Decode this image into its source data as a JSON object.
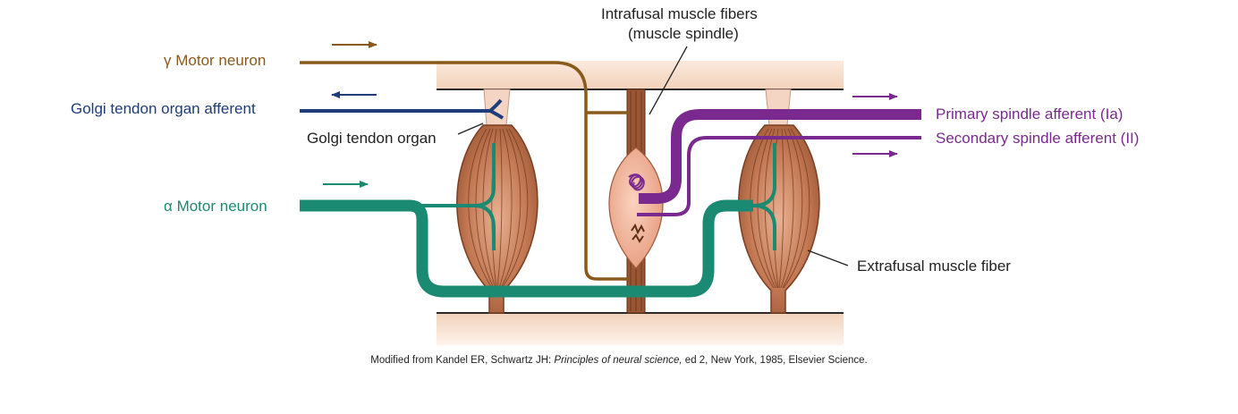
{
  "labels": {
    "intrafusal_line1": "Intrafusal muscle fibers",
    "intrafusal_line2": "(muscle spindle)",
    "gamma_symbol": "γ",
    "gamma": "Motor neuron",
    "golgi_afferent": "Golgi tendon organ afferent",
    "golgi_organ": "Golgi tendon organ",
    "alpha_symbol": "α",
    "alpha": "Motor neuron",
    "primary": "Primary spindle afferent (Ia)",
    "secondary": "Secondary spindle afferent (II)",
    "extrafusal": "Extrafusal muscle fiber"
  },
  "caption": {
    "before": "Modified from Kandel ER, Schwartz JH: ",
    "title": "Principles of neural science,",
    "after": " ed 2, New York, 1985, Elsevier Science."
  },
  "colors": {
    "gamma": "#8a5a1c",
    "golgi": "#1f3d7a",
    "alpha": "#1a8a72",
    "spindle_afferent": "#7a2a8e",
    "muscle": "#b5704a",
    "tendon": "#f3d8c8",
    "bone": "#f5dcc8"
  }
}
